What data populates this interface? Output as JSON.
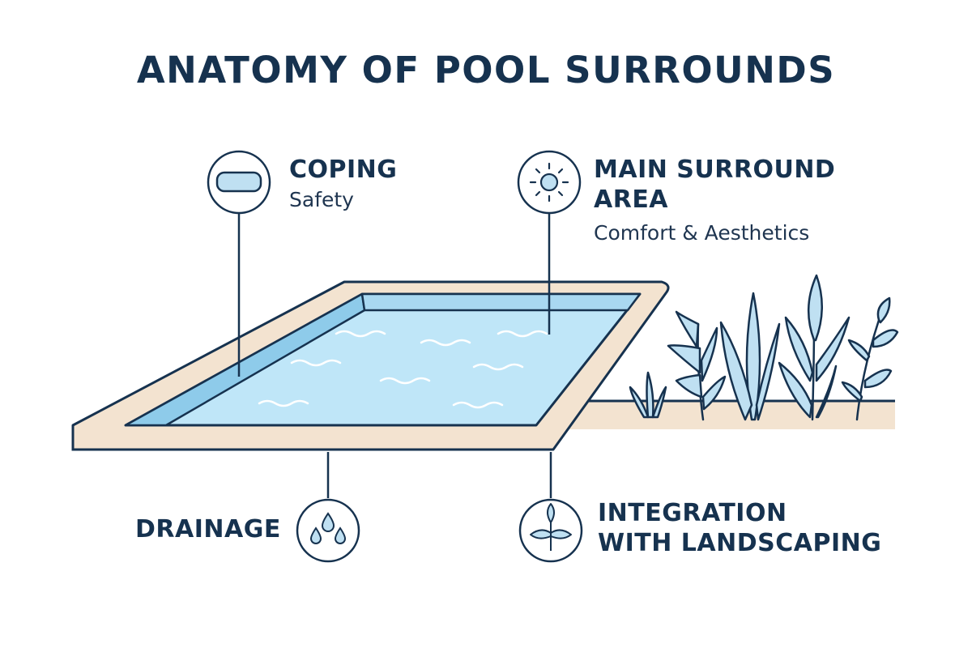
{
  "title": "ANATOMY OF POOL SURROUNDS",
  "callouts": {
    "coping": {
      "label": "COPING",
      "sublabel": "Safety",
      "icon": "coping-icon"
    },
    "main_surround": {
      "label_line1": "MAIN SURROUND",
      "label_line2": "AREA",
      "sublabel": "Comfort & Aesthetics",
      "icon": "sun-icon"
    },
    "drainage": {
      "label": "DRAINAGE",
      "icon": "water-drops-icon"
    },
    "integration": {
      "label_line1": "INTEGRATION",
      "label_line2": "WITH LANDSCAPING",
      "icon": "sprout-icon"
    }
  },
  "colors": {
    "outline": "#16324f",
    "water": "#bfe6f8",
    "water_inner_wall": "#8ecbea",
    "deck": "#f3e3d0",
    "plant_fill": "#bfe0f2"
  }
}
